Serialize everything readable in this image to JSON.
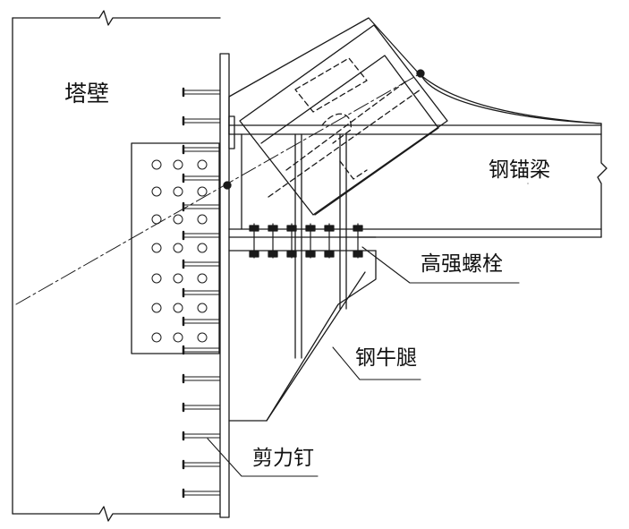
{
  "labels": {
    "tower_wall": "塔壁",
    "steel_anchor_beam": "钢锚梁",
    "high_strength_bolt": "高强螺栓",
    "steel_corbel": "钢牛腿",
    "shear_stud": "剪力钉"
  },
  "colors": {
    "line": "#1a1a1a",
    "background": "#ffffff",
    "plate_fill": "#ffffff",
    "bolt_fill": "#1a1a1a"
  }
}
